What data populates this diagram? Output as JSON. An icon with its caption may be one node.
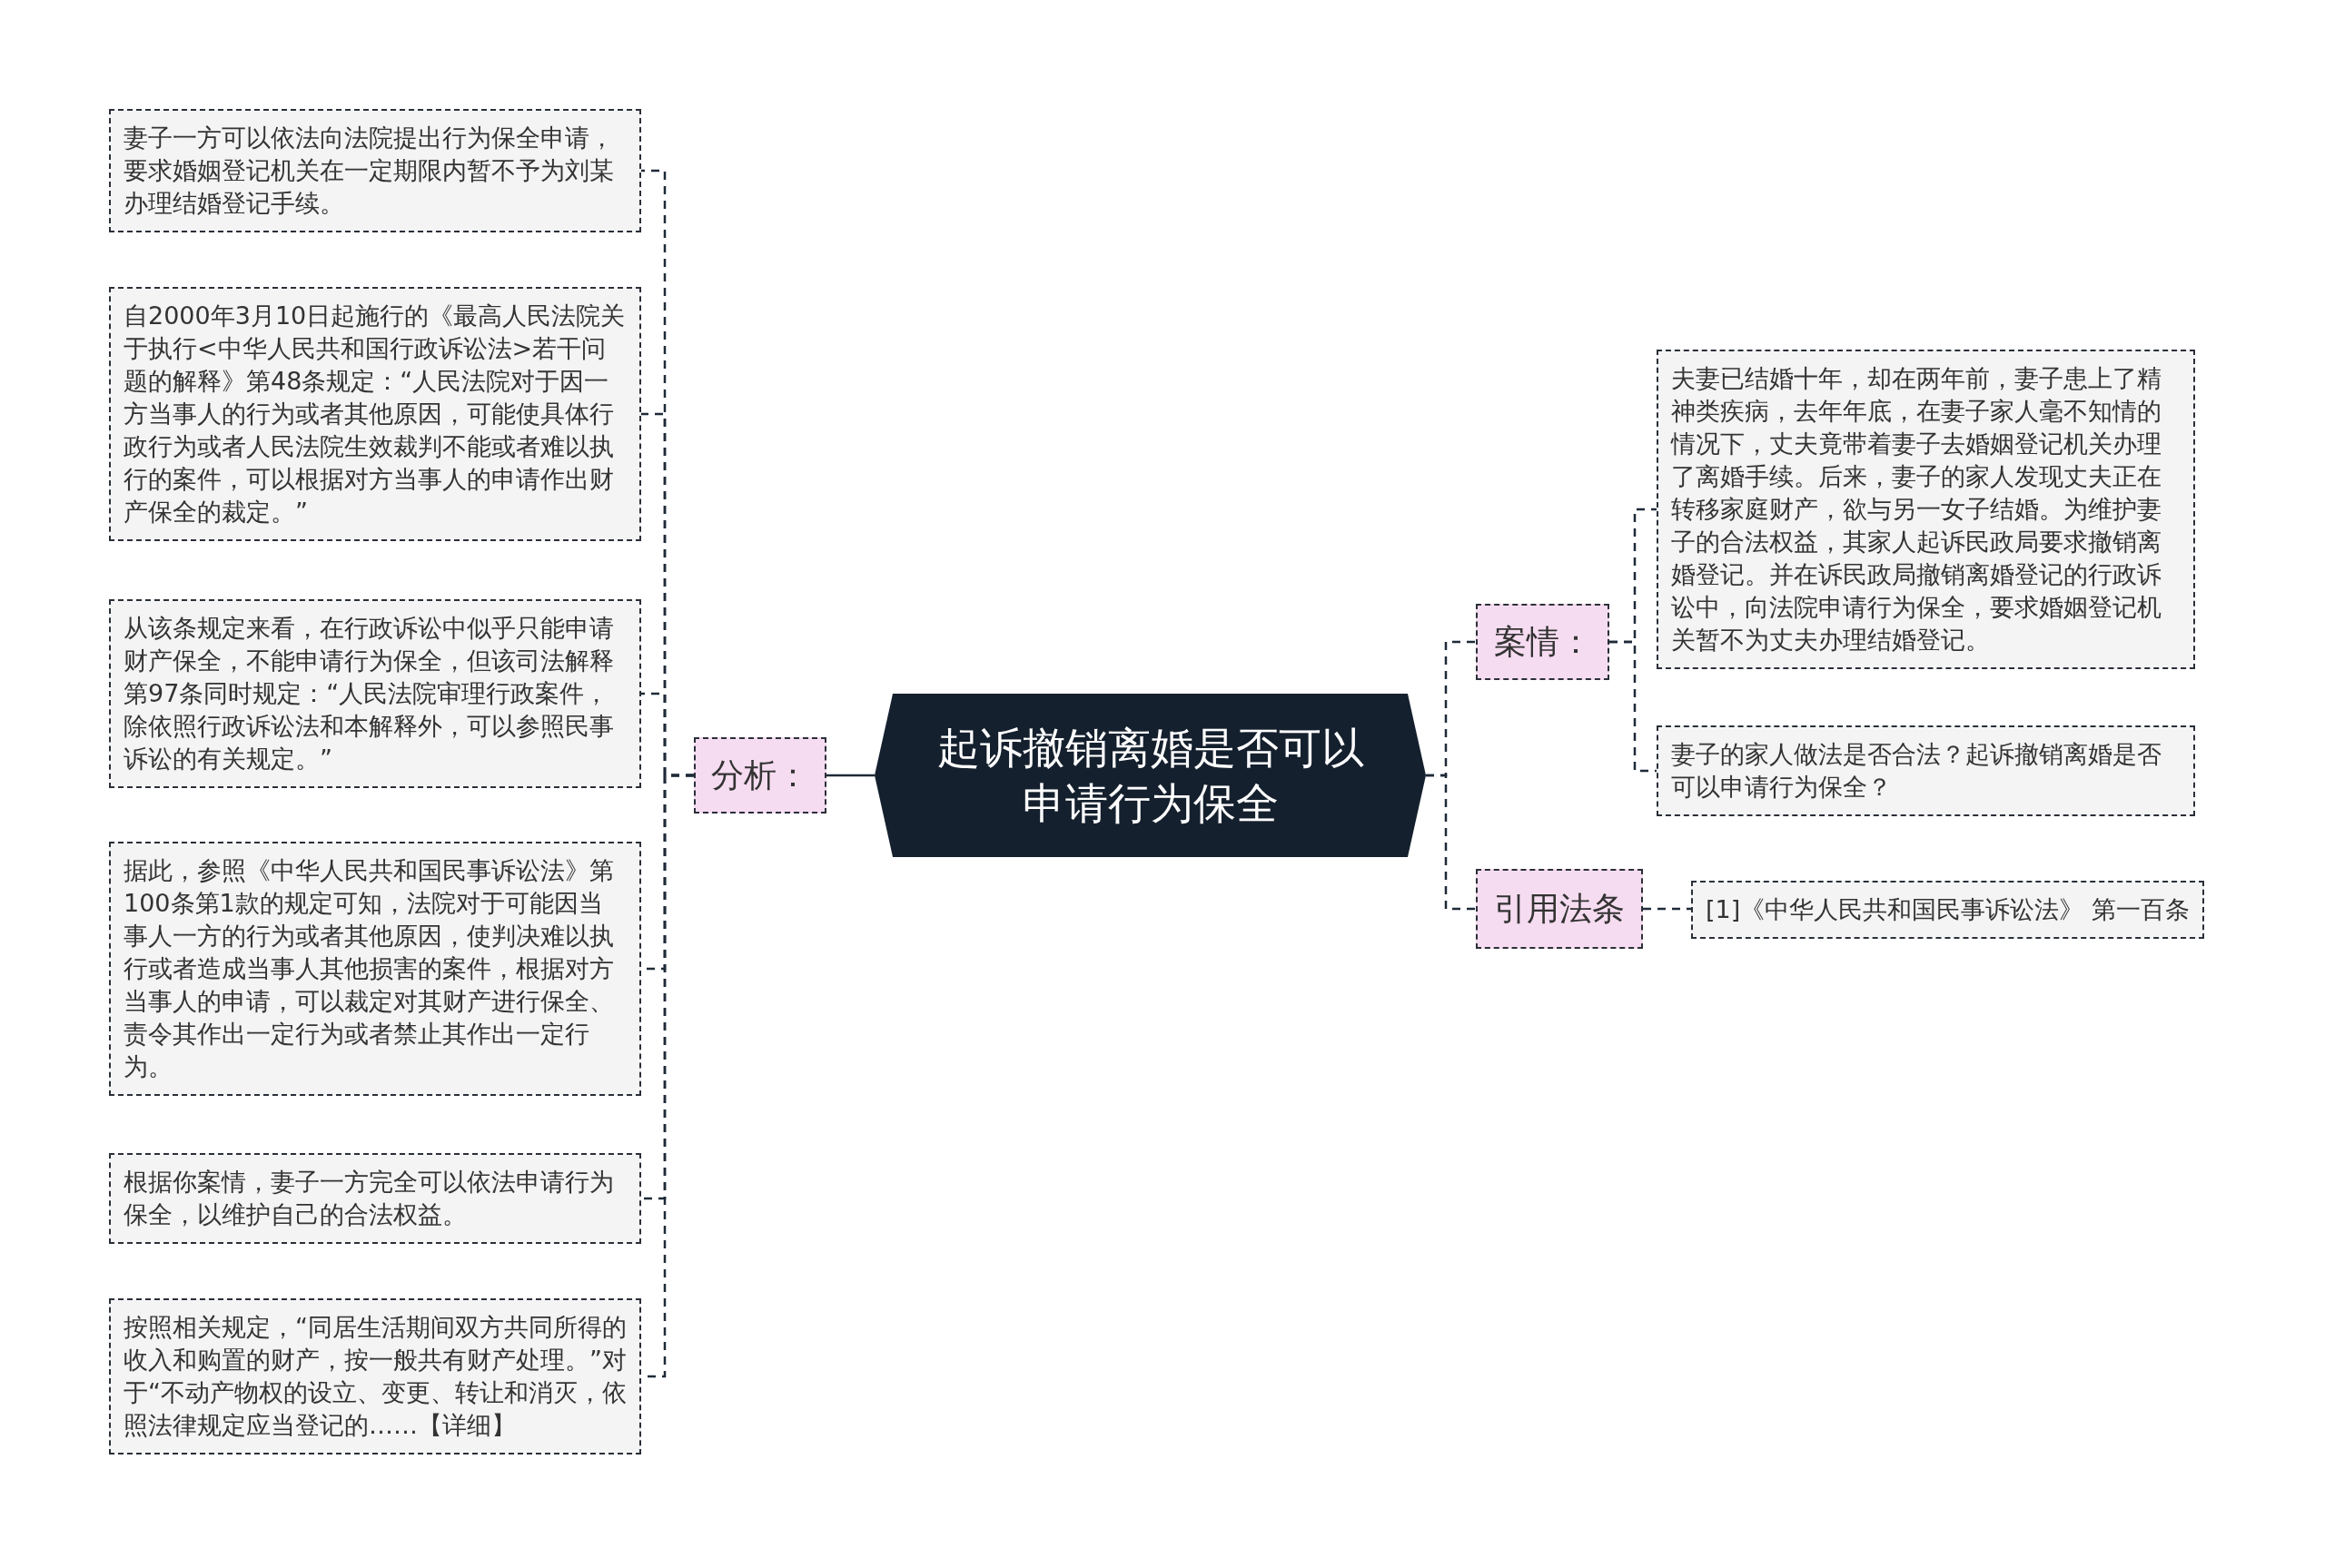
{
  "diagram": {
    "nodes": [
      {
        "text": [
          "起诉撤销离婚是否可以申请行为保全"
        ]
      },
      {
        "text": [
          "分析："
        ]
      },
      {
        "text": [
          "妻子一方可以依法向法院提出行为保全申请，要求婚姻登记机关在一定期限内暂不予为刘某办理结婚登记手续。"
        ]
      },
      {
        "text": [
          "自2000年3月10日起施行的《最高人民法院关于执行<中华人民共和国行政诉讼法>若干问题的解释》第48条规定：“人民法院对于因一方当事人的行为或者其他原因，可能使具体行政行为或者人民法院生效裁判不能或者难以执行的案件，可以根据对方当事人的申请作出财产保全的裁定。”"
        ]
      },
      {
        "text": [
          "从该条规定来看，在行政诉讼中似乎只能申请财产保全，不能申请行为保全，但该司法解释第97条同时规定：“人民法院审理行政案件，除依照行政诉讼法和本解释外，可以参照民事诉讼的有关规定。”"
        ]
      },
      {
        "text": [
          "据此，参照《中华人民共和国民事诉讼法》第100条第1款的规定可知，法院对于可能因当事人一方的行为或者其他原因，使判决难以执行或者造成当事人其他损害的案件，根据对方当事人的申请，可以裁定对其财产进行保全、责令其作出一定行为或者禁止其作出一定行为。"
        ]
      },
      {
        "text": [
          "根据你案情，妻子一方完全可以依法申请行为保全，以维护自己的合法权益。"
        ]
      },
      {
        "text": [
          "按照相关规定，“同居生活期间双方共同所得的收入和购置的财产，按一般共有财产处理。”对于“不动产物权的设立、变更、转让和消灭，依照法律规定应当登记的……【详细】"
        ]
      },
      {
        "text": [
          "案情："
        ]
      },
      {
        "text": [
          "夫妻已结婚十年，却在两年前，妻子患上了精神类疾病，去年年底，在妻子家人毫不知情的情况下，丈夫竟带着妻子去婚姻登记机关办理了离婚手续。后来，妻子的家人发现丈夫正在转移家庭财产，欲与另一女子结婚。为维护妻子的合法权益，其家人起诉民政局要求撤销离婚登记。并在诉民政局撤销离婚登记的行政诉讼中，向法院申请行为保全，要求婚姻登记机关暂不为丈夫办理结婚登记。"
        ]
      },
      {
        "text": [
          "妻子的家人做法是否合法？起诉撤销离婚是否可以申请行为保全？"
        ]
      },
      {
        "text": [
          "引用法条"
        ]
      },
      {
        "text": [
          "[1]《中华人民共和国民事诉讼法》 第一百条"
        ]
      }
    ],
    "edges": [
      {
        "from": 0,
        "to": 1,
        "arrow": "none"
      },
      {
        "from": 1,
        "to": 2,
        "arrow": "none",
        "style": "dashed"
      },
      {
        "from": 1,
        "to": 3,
        "arrow": "none",
        "style": "dashed"
      },
      {
        "from": 1,
        "to": 4,
        "arrow": "none",
        "style": "dashed"
      },
      {
        "from": 1,
        "to": 5,
        "arrow": "none",
        "style": "dashed"
      },
      {
        "from": 1,
        "to": 6,
        "arrow": "none",
        "style": "dashed"
      },
      {
        "from": 1,
        "to": 7,
        "arrow": "none",
        "style": "dashed"
      },
      {
        "from": 0,
        "to": 8,
        "arrow": "none",
        "style": "dashed"
      },
      {
        "from": 8,
        "to": 9,
        "arrow": "none",
        "style": "dashed"
      },
      {
        "from": 8,
        "to": 10,
        "arrow": "none",
        "style": "dashed"
      },
      {
        "from": 0,
        "to": 11,
        "arrow": "none",
        "style": "dashed"
      },
      {
        "from": 11,
        "to": 12,
        "arrow": "none",
        "style": "dashed"
      }
    ]
  }
}
